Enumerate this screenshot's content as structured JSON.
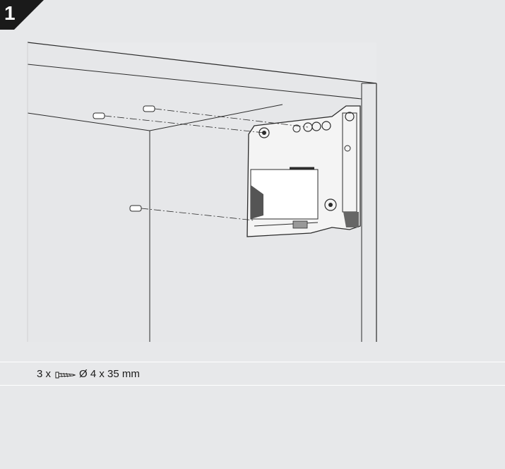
{
  "step": {
    "number": "1"
  },
  "caption": {
    "quantity": "3 x",
    "icon": "screw-icon",
    "spec": "Ø 4 x 35 mm"
  },
  "colors": {
    "background": "#e7e8ea",
    "badge": "#1a1a1a",
    "line": "#2b2b2b"
  }
}
